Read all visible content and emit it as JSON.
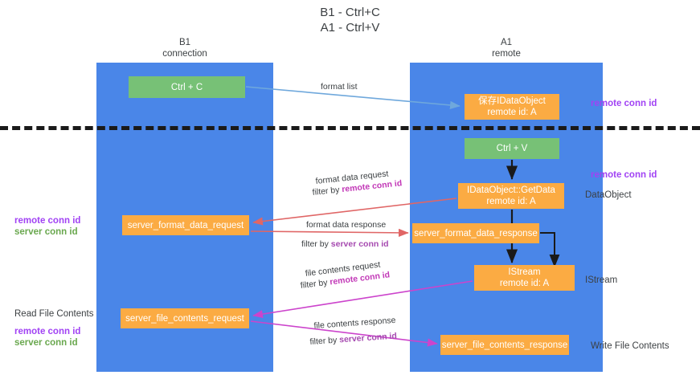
{
  "title": {
    "line1": "B1 - Ctrl+C",
    "line2": "A1 - Ctrl+V"
  },
  "lanes": {
    "left": {
      "name": "B1",
      "role": "connection"
    },
    "right": {
      "name": "A1",
      "role": "remote"
    }
  },
  "nodes": {
    "ctrl_c": {
      "label": "Ctrl + C",
      "color": "#77c176"
    },
    "idataobject": {
      "label": "保存IDataObject",
      "sub": "remote id: A",
      "color": "#fbab43"
    },
    "ctrl_v": {
      "label": "Ctrl + V",
      "color": "#77c176"
    },
    "getdata": {
      "label": "IDataObject::GetData",
      "sub": "remote id: A",
      "color": "#fbab43"
    },
    "fmt_req": {
      "label": "server_format_data_request",
      "color": "#fbab43"
    },
    "fmt_res": {
      "label": "server_format_data_response",
      "color": "#fbab43"
    },
    "istream": {
      "label": "IStream",
      "sub": "remote id: A",
      "color": "#fbab43"
    },
    "file_req": {
      "label": "server_file_contents_request",
      "color": "#fbab43"
    },
    "file_res": {
      "label": "server_file_contents_response",
      "color": "#fbab43"
    }
  },
  "side_labels": {
    "remote_conn_id_1": "remote conn id",
    "remote_conn_id_2": "remote conn id",
    "dataobject": "DataObject",
    "istream": "IStream",
    "write_file_contents": "Write File Contents"
  },
  "legends": {
    "middle": {
      "remote": "remote conn id",
      "server": "server conn id"
    },
    "bottom": {
      "header": "Read File Contents",
      "remote": "remote conn id",
      "server": "server conn id"
    }
  },
  "edges": {
    "format_list": "format list",
    "format_data_request": "format data request",
    "format_data_request_filter_prefix": "filter by ",
    "format_data_request_filter_key": "remote conn id",
    "format_data_response": "format data response",
    "format_data_response_filter_prefix": "filter by ",
    "format_data_response_filter_key": "server conn id",
    "file_contents_request": "file contents request",
    "file_contents_request_filter_prefix": "filter by ",
    "file_contents_request_filter_key": "remote conn id",
    "file_contents_response": "file contents response",
    "file_contents_response_filter_prefix": "filter by ",
    "file_contents_response_filter_key": "server conn id"
  },
  "colors": {
    "lane": "#4a86e8",
    "green_node": "#77c176",
    "orange_node": "#fbab43",
    "purple_text": "#a142f4",
    "green_text": "#6aa84f",
    "magenta_text": "#c238b7",
    "arrow_blue": "#6fa8dc",
    "arrow_red": "#e06666",
    "arrow_magenta": "#cc44cc",
    "arrow_black": "#1a1a1a"
  }
}
